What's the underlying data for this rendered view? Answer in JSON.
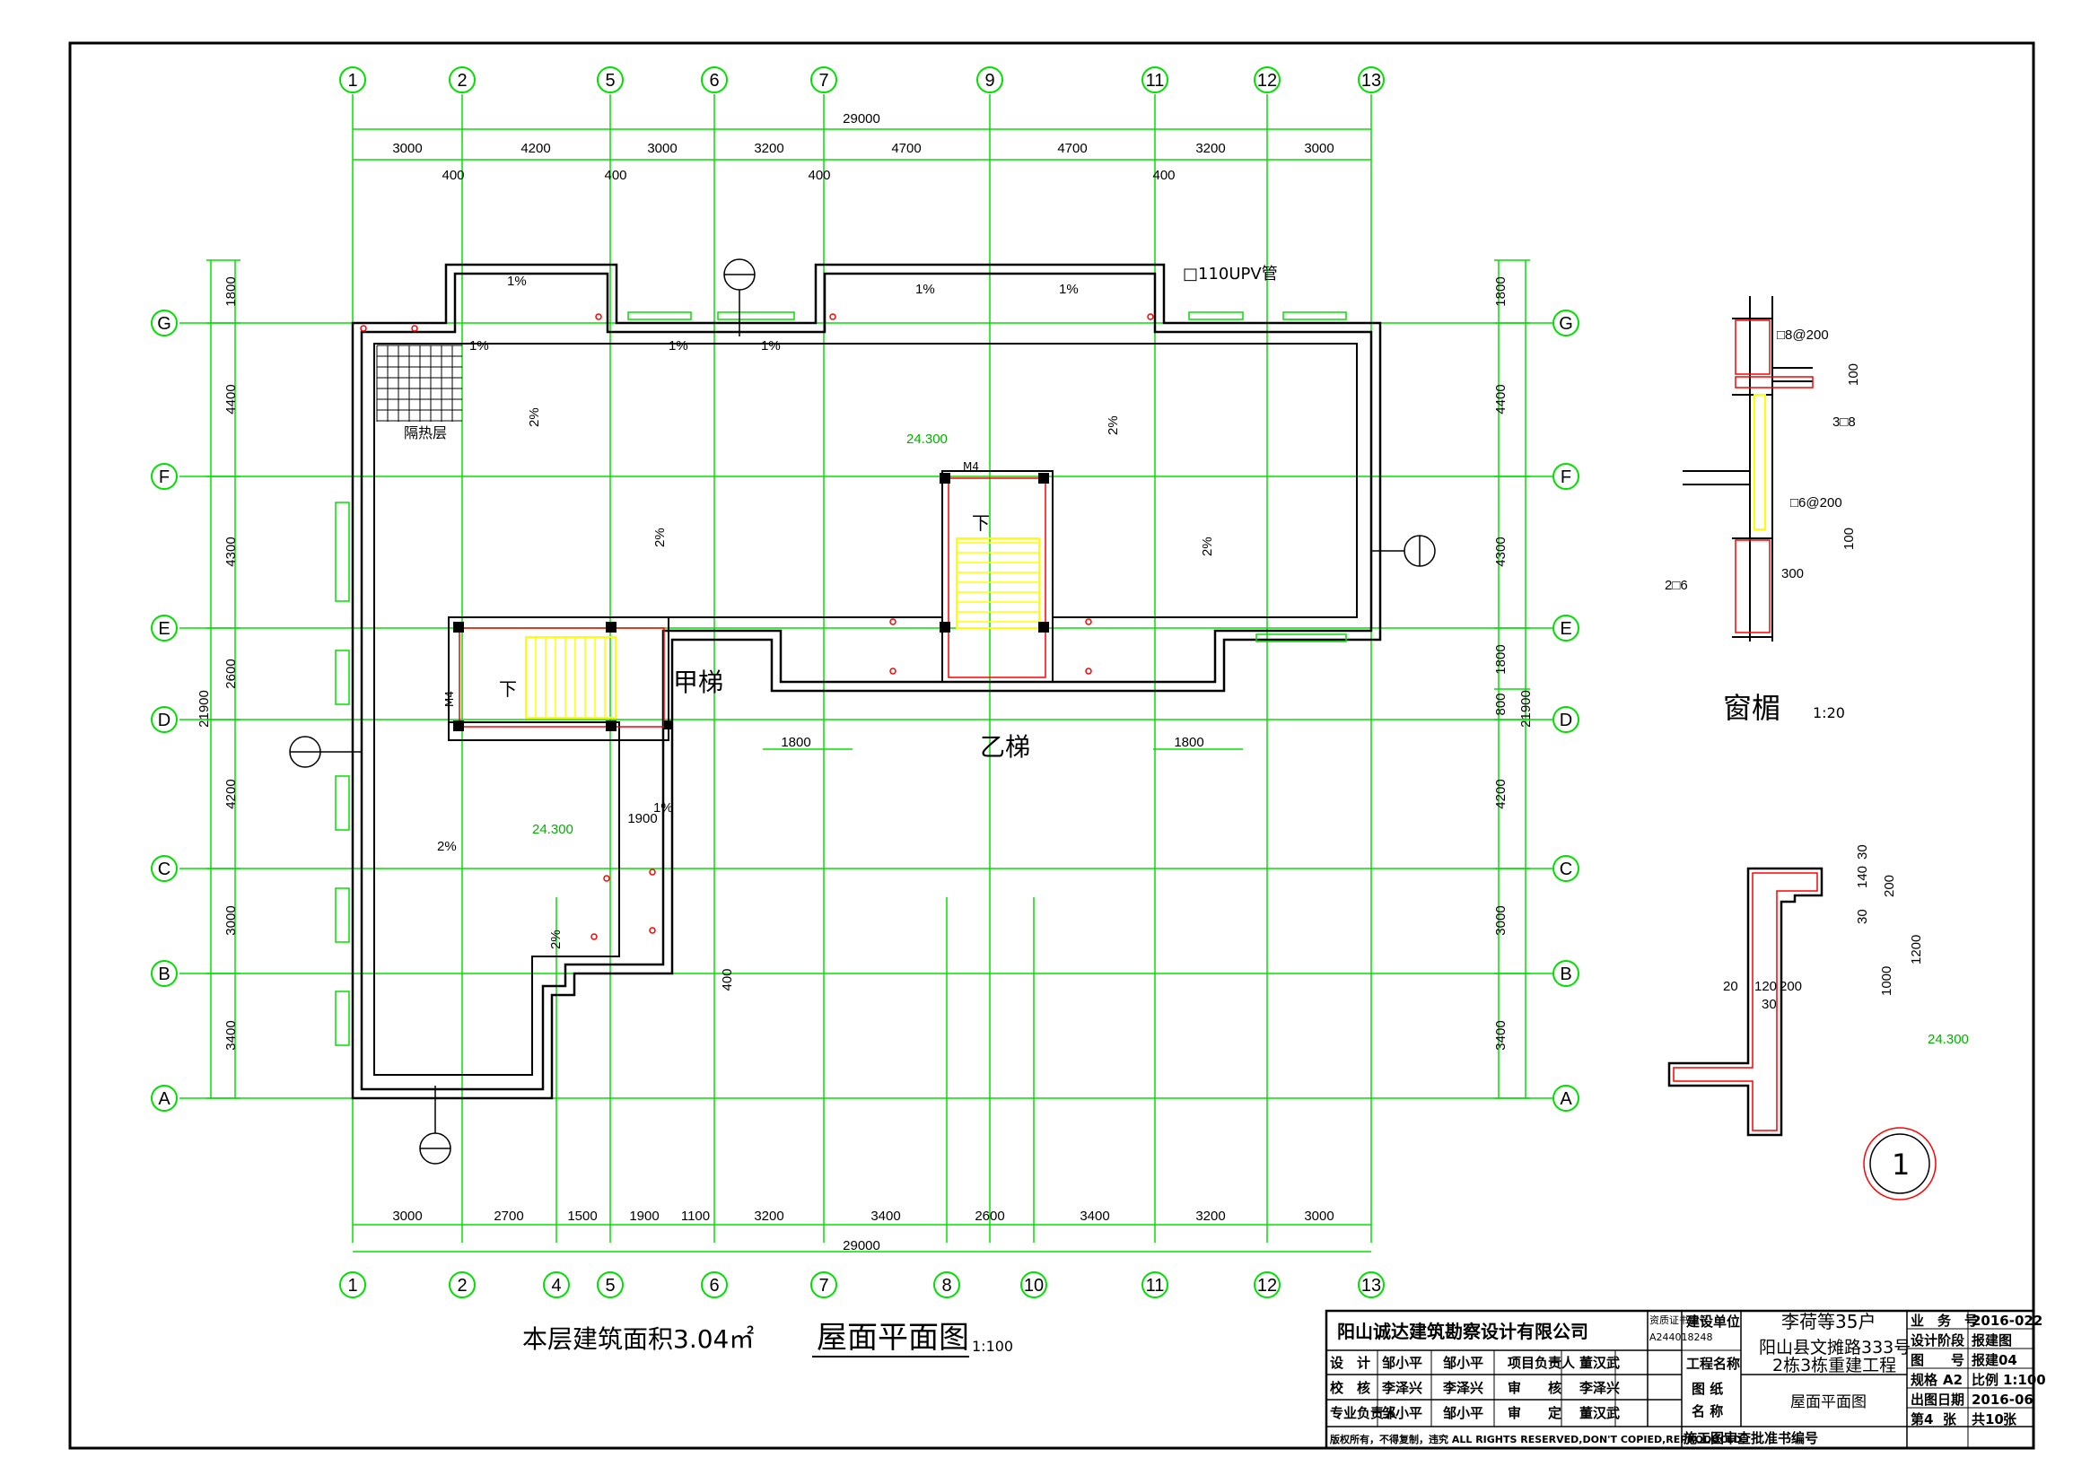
{
  "colors": {
    "grid": "#00e000",
    "wall": "#000000",
    "stair": "#ffff00",
    "red": "#ff0000",
    "text": "#000000"
  },
  "grid": {
    "top_axes": [
      "1",
      "2",
      "5",
      "6",
      "7",
      "9",
      "11",
      "12",
      "13"
    ],
    "bottom_axes": [
      "1",
      "2",
      "4",
      "5",
      "6",
      "7",
      "8",
      "10",
      "11",
      "12",
      "13"
    ],
    "rows": [
      "G",
      "F",
      "E",
      "D",
      "C",
      "B",
      "A"
    ]
  },
  "dims": {
    "top_total": "29000",
    "top": [
      "3000",
      "4200",
      "3000",
      "3200",
      "4700",
      "4700",
      "3200",
      "3000"
    ],
    "top_small": [
      "400",
      "400",
      "400",
      "400"
    ],
    "bottom_total": "29000",
    "bottom": [
      "3000",
      "2700",
      "1500",
      "1900",
      "1100",
      "3200",
      "3400",
      "2600",
      "3400",
      "3200",
      "3000"
    ],
    "left": [
      "1800",
      "4400",
      "4300",
      "2600",
      "4200",
      "3000",
      "3400"
    ],
    "left_total": "21900",
    "right": [
      "1800",
      "4400",
      "4300",
      "1800",
      "800",
      "4200",
      "3000",
      "3400"
    ],
    "right_total": "21900",
    "misc": [
      "1800",
      "1800",
      "1900",
      "400"
    ]
  },
  "labels": {
    "pipe": "□110UPV管",
    "insulation": "隔热层",
    "stair_a": "甲梯",
    "stair_b": "乙梯",
    "down": "下",
    "door": "M4",
    "elev": "24.300",
    "slopes": [
      "1%",
      "1%",
      "1%",
      "1%",
      "1%",
      "1%",
      "1%",
      "2%",
      "2%",
      "2%",
      "2%",
      "2%",
      "2%"
    ]
  },
  "detail_window": {
    "title": "窗楣",
    "scale": "1:20",
    "notes": [
      "□8@200",
      "3□8",
      "□6@200",
      "2□6"
    ],
    "dims": [
      "100",
      "100",
      "300"
    ]
  },
  "detail_parapet": {
    "dims": [
      "30",
      "140",
      "200",
      "30",
      "20",
      "120",
      "200",
      "30",
      "1200",
      "1000"
    ],
    "elev": "24.300",
    "mark": "1"
  },
  "plan_area": "本层建筑面积3.04㎡",
  "plan_title": "屋面平面图",
  "plan_scale": "1:100",
  "title_block": {
    "company": "阳山诚达建筑勘察设计有限公司",
    "cert_label": "资质证书编号:",
    "cert_no": "A244018248",
    "client_label": "建设单位",
    "client": "李荷等35户",
    "project_label": "工程名称",
    "project_1": "阳山县文摊路333号",
    "project_2": "2栋3栋重建工程",
    "drawing_label_1": "图 纸",
    "drawing_label_2": "名 称",
    "drawing_name": "屋面平面图",
    "roles": [
      {
        "role": "设　计",
        "name": "邹小平",
        "sign": "邹小平",
        "role2": "项目负责人",
        "name2": "董汉武"
      },
      {
        "role": "校　核",
        "name": "李泽兴",
        "sign": "李泽兴",
        "role2": "审　　核",
        "name2": "李泽兴"
      },
      {
        "role": "专业负责人",
        "name": "邹小平",
        "sign": "邹小平",
        "role2": "审　　定",
        "name2": "董汉武"
      }
    ],
    "copyright": "版权所有，不得复制，违究 ALL RIGHTS RESERVED,DON'T COPIED,REPRODUCED,",
    "approval": "施工图审查批准书编号",
    "right": [
      {
        "k": "业　务　号",
        "v": "2016-022"
      },
      {
        "k": "设计阶段",
        "v": "报建图"
      },
      {
        "k": "图　　号",
        "v": "报建04"
      },
      {
        "k": "规格",
        "v": "A2",
        "k2": "比例",
        "v2": "1:100"
      },
      {
        "k": "出图日期",
        "v": "2016-06"
      },
      {
        "k": "第4",
        "v": "张",
        "k2": "共10",
        "v2": "张"
      }
    ]
  }
}
